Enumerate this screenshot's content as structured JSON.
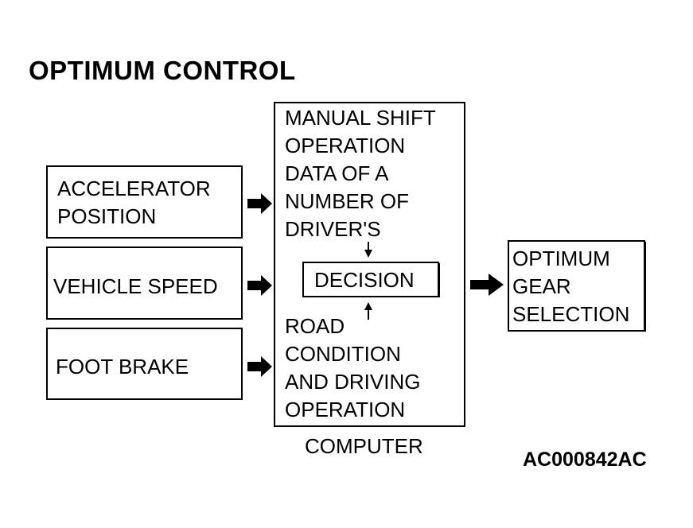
{
  "title": "OPTIMUM CONTROL",
  "inputs": {
    "accelerator": "ACCELERATOR\nPOSITION",
    "vehicle_speed": "VEHICLE SPEED",
    "foot_brake": "FOOT BRAKE"
  },
  "computer": {
    "upper_text": "MANUAL SHIFT\nOPERATION\nDATA OF A\nNUMBER OF\nDRIVER'S",
    "decision": "DECISION",
    "lower_text": "ROAD\nCONDITION\nAND DRIVING\nOPERATION",
    "caption": "COMPUTER"
  },
  "output": "OPTIMUM\nGEAR\nSELECTION",
  "figure_code": "AC000842AC"
}
